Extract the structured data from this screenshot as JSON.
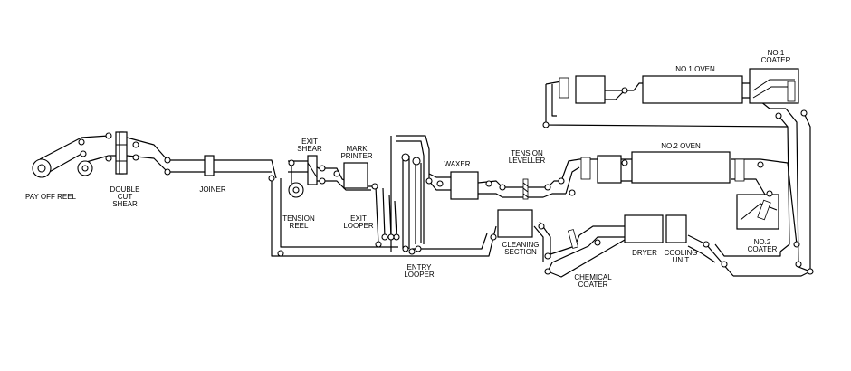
{
  "labels": {
    "pay_off_reel": "PAY OFF REEL",
    "double_cut_shear_1": "DOUBLE",
    "double_cut_shear_2": "CUT",
    "double_cut_shear_3": "SHEAR",
    "joiner": "JOINER",
    "exit_shear_1": "EXIT",
    "exit_shear_2": "SHEAR",
    "mark_printer_1": "MARK",
    "mark_printer_2": "PRINTER",
    "tension_reel_1": "TENSION",
    "tension_reel_2": "REEL",
    "exit_looper_1": "EXIT",
    "exit_looper_2": "LOOPER",
    "entry_looper_1": "ENTRY",
    "entry_looper_2": "LOOPER",
    "waxer": "WAXER",
    "tension_leveller_1": "TENSION",
    "tension_leveller_2": "LEVELLER",
    "cleaning_section_1": "CLEANING",
    "cleaning_section_2": "SECTION",
    "chemical_coater_1": "CHEMICAL",
    "chemical_coater_2": "COATER",
    "dryer": "DRYER",
    "cooling_unit_1": "COOLING",
    "cooling_unit_2": "UNIT",
    "no1_oven": "NO.1  OVEN",
    "no1_coater_1": "NO.1",
    "no1_coater_2": "COATER",
    "no2_oven": "NO.2  OVEN",
    "no2_coater_1": "NO.2",
    "no2_coater_2": "COATER"
  }
}
